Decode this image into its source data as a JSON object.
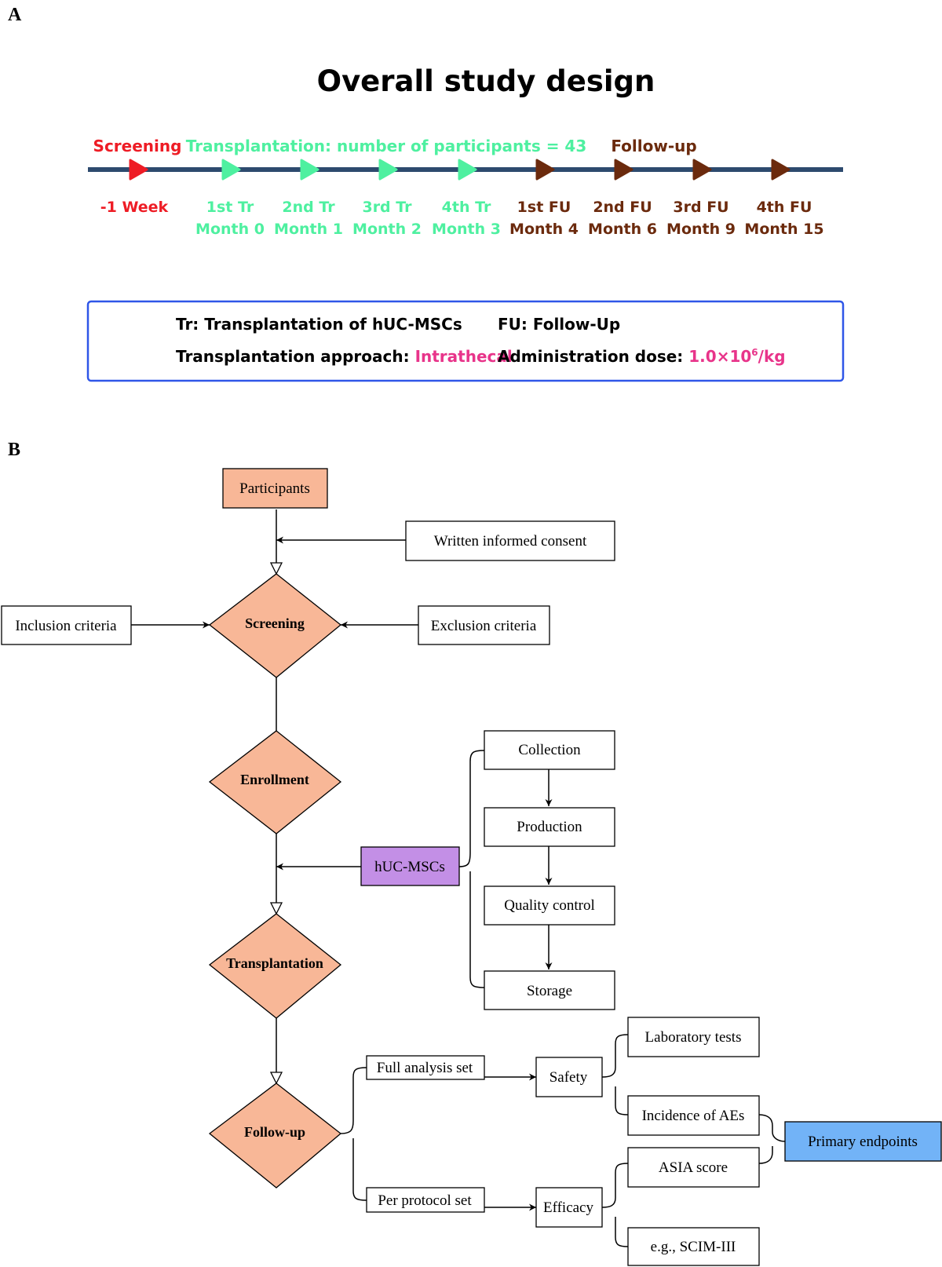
{
  "panel_a": {
    "panel_label": "A",
    "title": "Overall study design",
    "phases": {
      "screening": "Screening",
      "transplantation": "Transplantation: number of participants = 43",
      "followup": "Follow-up"
    },
    "timepoints": [
      {
        "line1": "-1 Week",
        "line2": "",
        "phase": "screening"
      },
      {
        "line1": "1st Tr",
        "line2": "Month 0",
        "phase": "transplantation"
      },
      {
        "line1": "2nd Tr",
        "line2": "Month 1",
        "phase": "transplantation"
      },
      {
        "line1": "3rd Tr",
        "line2": "Month 2",
        "phase": "transplantation"
      },
      {
        "line1": "4th Tr",
        "line2": "Month 3",
        "phase": "transplantation"
      },
      {
        "line1": "1st FU",
        "line2": "Month 4",
        "phase": "followup"
      },
      {
        "line1": "2nd FU",
        "line2": "Month 6",
        "phase": "followup"
      },
      {
        "line1": "3rd FU",
        "line2": "Month 9",
        "phase": "followup"
      },
      {
        "line1": "4th FU",
        "line2": "Month 15",
        "phase": "followup"
      }
    ],
    "legend": {
      "tr_def": "Tr: Transplantation of hUC-MSCs",
      "fu_def": "FU: Follow-Up",
      "approach_label": "Transplantation approach: ",
      "approach_value": "Intrathecal",
      "dose_label": "Administration dose: ",
      "dose_value_pre": "1.0×10",
      "dose_value_sup": "6",
      "dose_value_post": "/kg"
    },
    "colors": {
      "screening": "#ee1c25",
      "transplantation": "#4ef0a0",
      "followup": "#6b2a0d",
      "timeline": "#2d4a6e",
      "legend_border": "#2f56e8",
      "highlight": "#e8348a"
    }
  },
  "panel_b": {
    "panel_label": "B",
    "nodes": {
      "participants": "Participants",
      "consent": "Written informed consent",
      "inclusion": "Inclusion criteria",
      "exclusion": "Exclusion criteria",
      "screening": "Screening",
      "enrollment": "Enrollment",
      "huc": "hUC-MSCs",
      "collection": "Collection",
      "production": "Production",
      "quality": "Quality control",
      "storage": "Storage",
      "transplantation": "Transplantation",
      "followup": "Follow-up",
      "full_set": "Full analysis set",
      "per_protocol": "Per protocol set",
      "safety": "Safety",
      "efficacy": "Efficacy",
      "lab_tests": "Laboratory tests",
      "incidence": "Incidence of AEs",
      "asia": "ASIA score",
      "scim": "e.g., SCIM-III",
      "primary": "Primary endpoints"
    },
    "colors": {
      "diamond": "#f8b797",
      "participants": "#f8b797",
      "huc": "#c38fe6",
      "primary": "#72b3f7"
    }
  }
}
